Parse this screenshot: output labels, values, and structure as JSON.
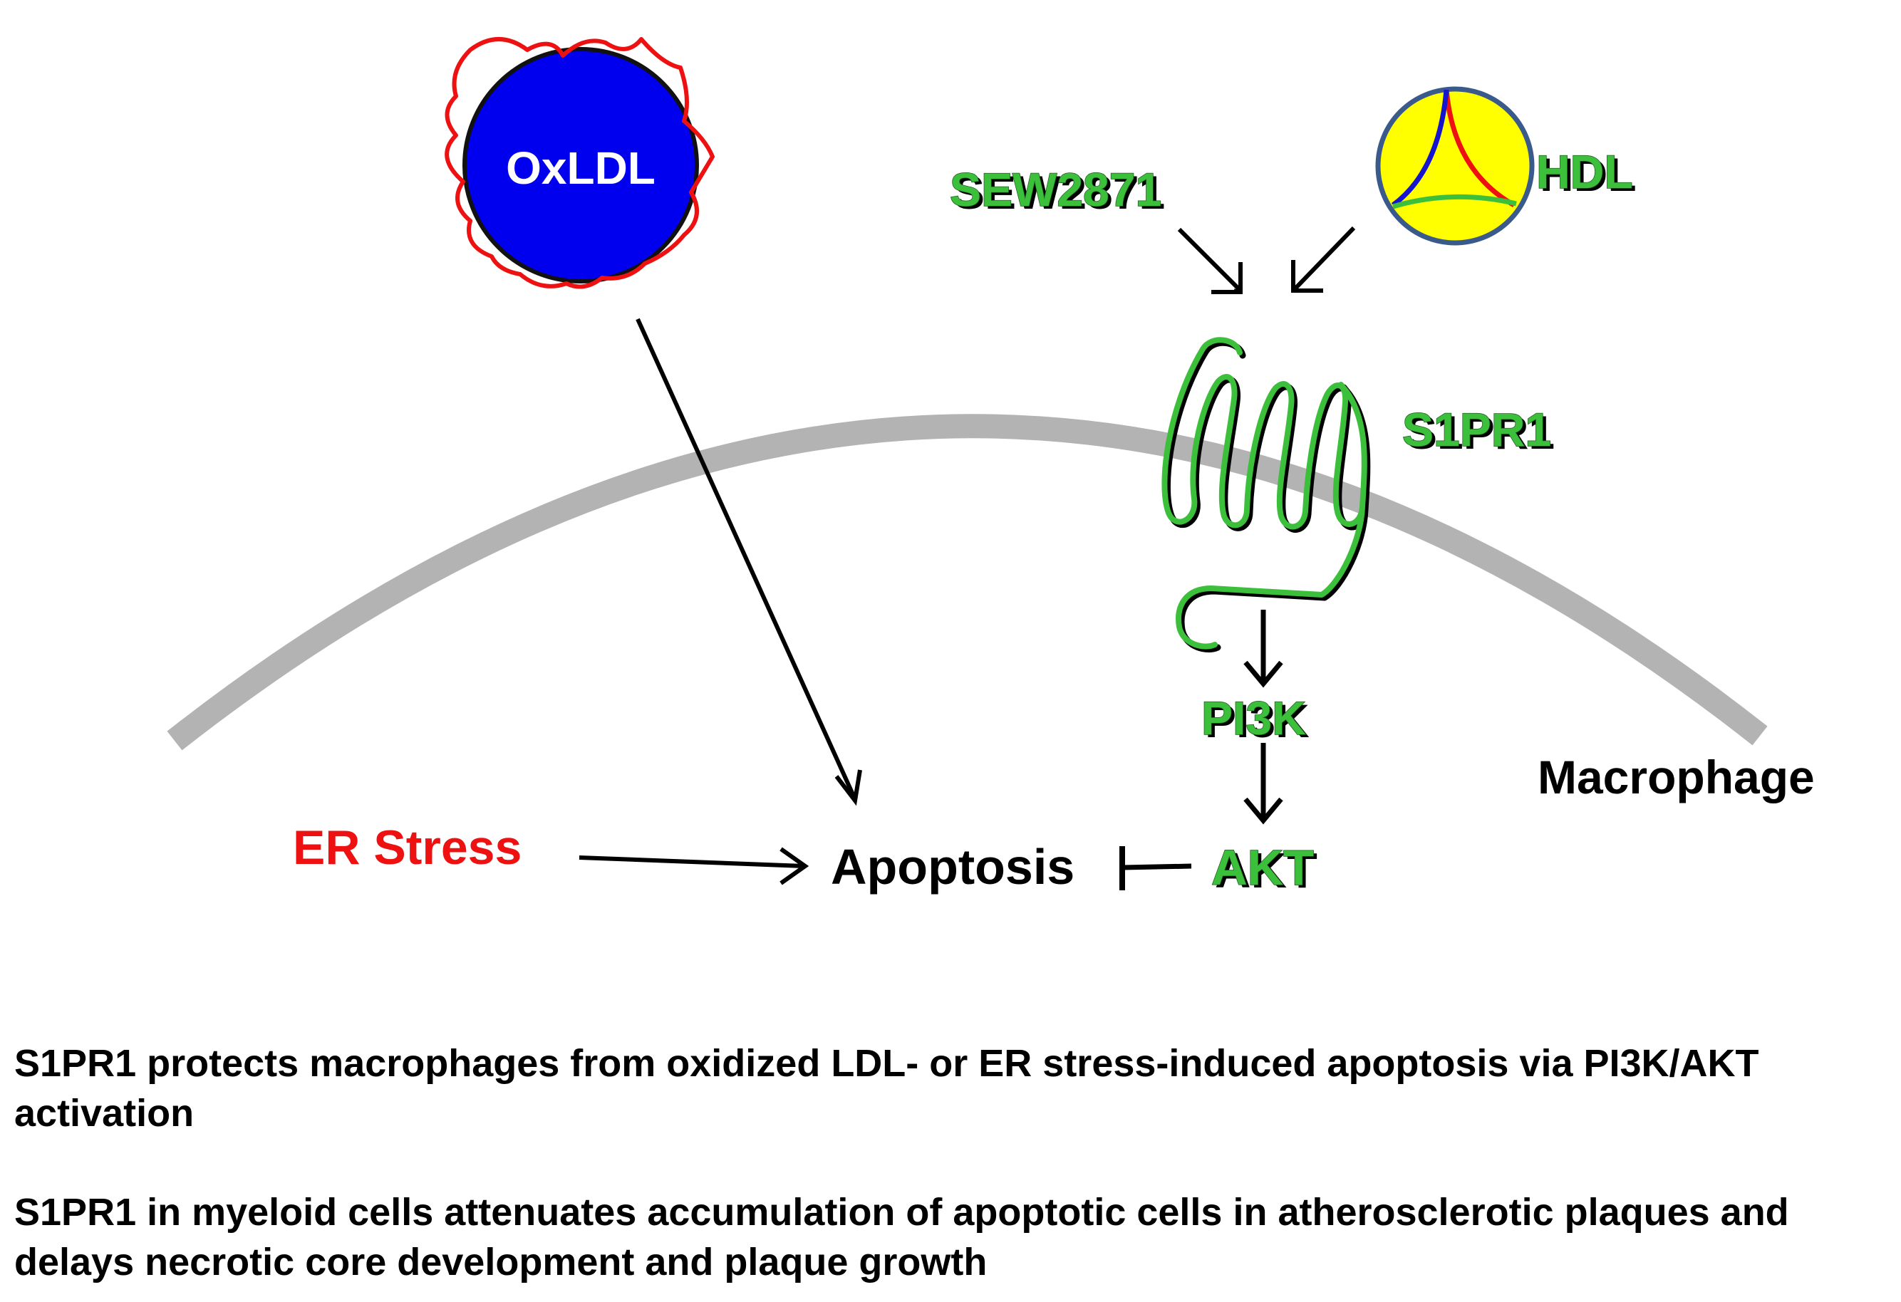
{
  "diagram": {
    "labels": {
      "oxldl": "OxLDL",
      "sew2871": "SEW2871",
      "hdl": "HDL",
      "s1pr1": "S1PR1",
      "pi3k": "PI3K",
      "macrophage": "Macrophage",
      "er_stress": "ER Stress",
      "apoptosis": "Apoptosis",
      "akt": "AKT"
    },
    "colors": {
      "membrane": "#b3b3b3",
      "oxldl_fill": "#0000ee",
      "oxldl_wire": "#ee1111",
      "hdl_fill": "#ffff00",
      "hdl_ring": "#3b5a8c",
      "receptor": "#3cc03c",
      "er_stress": "#ee1111",
      "arrow": "#000000"
    }
  },
  "summary": {
    "line1": "S1PR1 protects macrophages from oxidized LDL- or ER stress-induced apoptosis via PI3K/AKT activation",
    "line2": "S1PR1 in myeloid cells attenuates accumulation of apoptotic cells in atherosclerotic plaques and delays necrotic core development and plaque growth"
  }
}
